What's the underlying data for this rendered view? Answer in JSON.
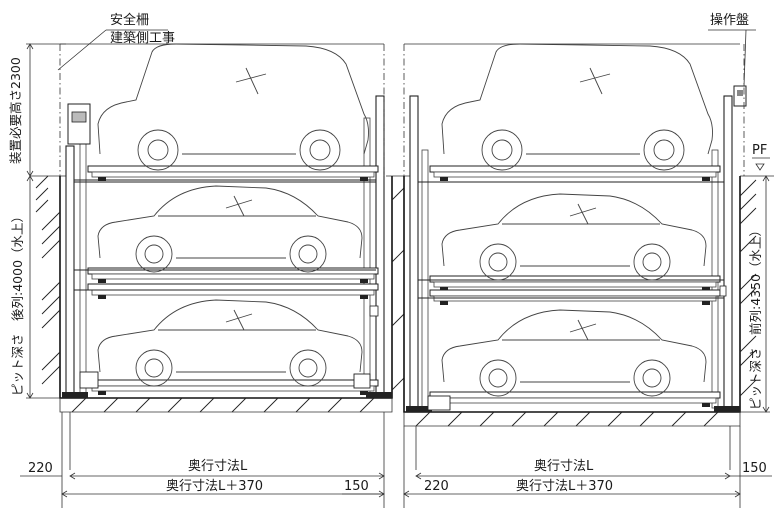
{
  "labels": {
    "safety_fence": "安全柵",
    "building_work": "建築側工事",
    "control_panel": "操作盤",
    "pf": "PF",
    "device_height": "装置必要高さ2300",
    "pit_depth_rear": "ピット深さ　後列:4000（水上）",
    "pit_depth_front": "ピット深さ　前列:4350（水上）"
  },
  "dimensions": {
    "left_depth": "奥行寸法L",
    "left_total": "奥行寸法L＋370",
    "right_depth": "奥行寸法L",
    "right_total": "奥行寸法L＋370",
    "left_offset": "220",
    "left_offset_2": "150",
    "right_offset": "220",
    "right_offset_2": "150"
  }
}
